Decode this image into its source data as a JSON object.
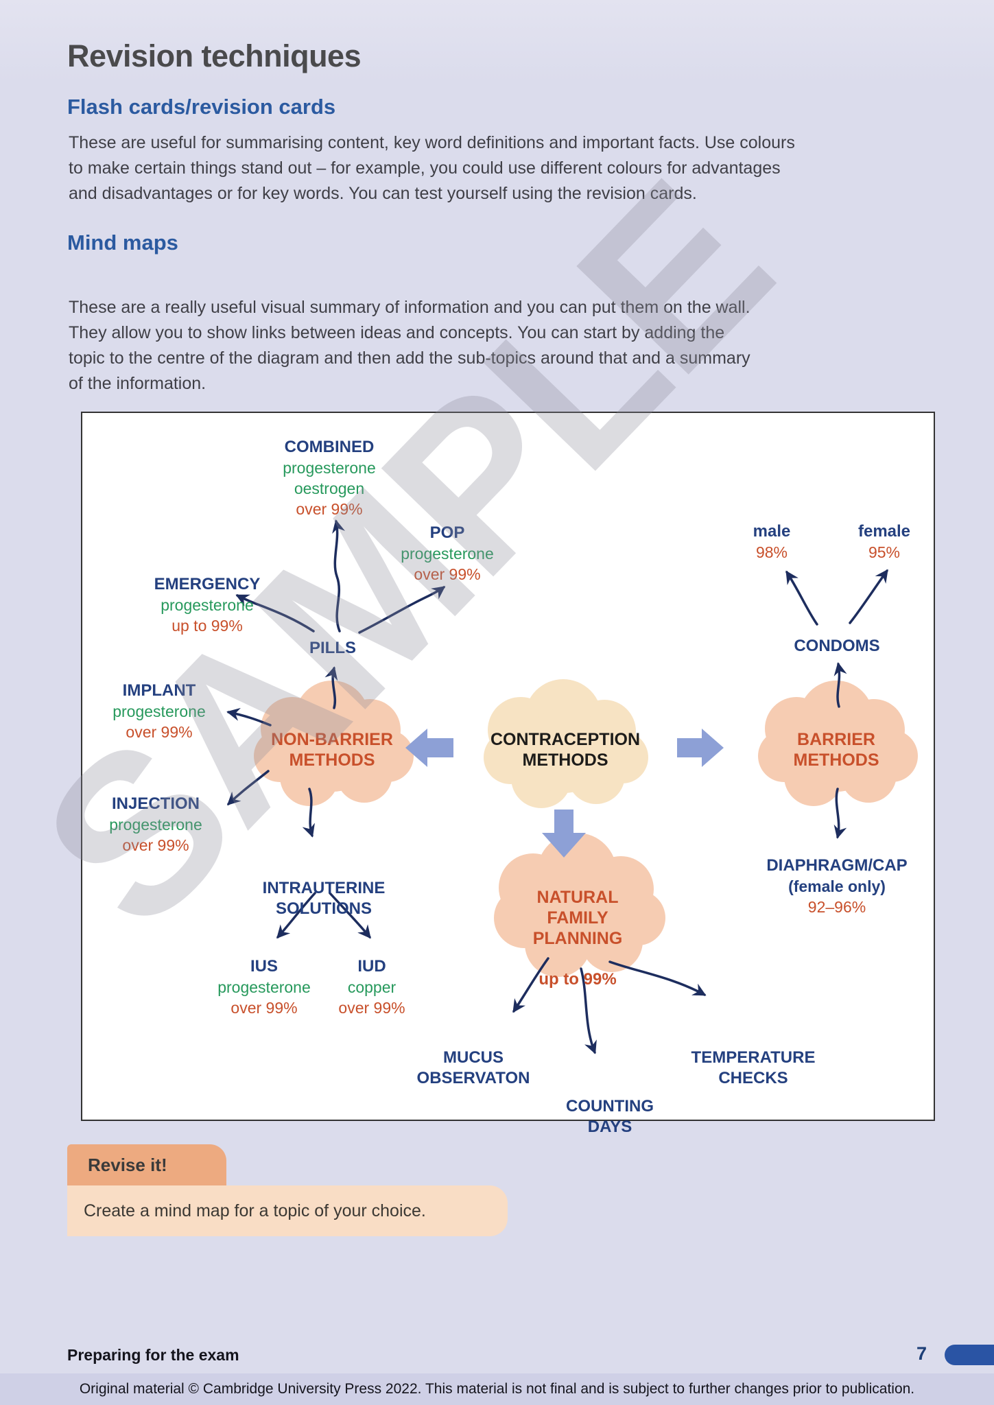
{
  "page": {
    "title": "Revision techniques",
    "sections": [
      {
        "heading": "Flash cards/revision cards",
        "body": "These are useful for summarising content, key word definitions and important facts. Use colours\nto make certain things stand out – for example, you could use different colours for advantages\nand disadvantages or for key words. You can test yourself using the revision cards."
      },
      {
        "heading": "Mind maps",
        "body": "These are a really useful visual summary of information and you can put them on the wall.\nThey allow you to show links between ideas and concepts. You can start by adding the\ntopic to the centre of the diagram and then add the sub-topics around that and a summary\nof the information."
      }
    ],
    "revise_box": {
      "tab": "Revise it!",
      "body": "Create a mind map for a topic of your choice."
    },
    "footer": {
      "left": "Preparing for the exam",
      "page_number": "7"
    },
    "disclaimer": "Original material © Cambridge University Press 2022. This material is not final and is subject to further changes prior to publication."
  },
  "watermark": "SAMPLE",
  "diagram": {
    "center": {
      "label": "CONTRACEPTION\nMETHODS"
    },
    "non_barrier": {
      "label": "NON-BARRIER\nMETHODS"
    },
    "barrier": {
      "label": "BARRIER\nMETHODS"
    },
    "nfp": {
      "label": "NATURAL\nFAMILY\nPLANNING",
      "pct": "up to 99%"
    },
    "pills": {
      "title": "PILLS"
    },
    "combined": {
      "title": "COMBINED",
      "sub1": "progesterone",
      "sub2": "oestrogen",
      "pct": "over 99%"
    },
    "pop": {
      "title": "POP",
      "sub1": "progesterone",
      "pct": "over 99%"
    },
    "emergency": {
      "title": "EMERGENCY",
      "sub1": "progesterone",
      "pct": "up to 99%"
    },
    "implant": {
      "title": "IMPLANT",
      "sub1": "progesterone",
      "pct": "over 99%"
    },
    "injection": {
      "title": "INJECTION",
      "sub1": "progesterone",
      "pct": "over 99%"
    },
    "intrauterine": {
      "title": "INTRAUTERINE\nSOLUTIONS"
    },
    "ius": {
      "title": "IUS",
      "sub1": "progesterone",
      "pct": "over 99%"
    },
    "iud": {
      "title": "IUD",
      "sub1": "copper",
      "pct": "over 99%"
    },
    "condoms": {
      "title": "CONDOMS"
    },
    "male": {
      "title": "male",
      "pct": "98%"
    },
    "female": {
      "title": "female",
      "pct": "95%"
    },
    "diaphragm": {
      "title": "DIAPHRAGM/CAP",
      "sub1": "(female only)",
      "pct": "92–96%"
    },
    "mucus": {
      "title": "MUCUS\nOBSERVATON"
    },
    "counting": {
      "title": "COUNTING\nDAYS"
    },
    "temperature": {
      "title": "TEMPERATURE\nCHECKS"
    }
  },
  "colors": {
    "title-gray": "#4a4a4c",
    "heading-blue": "#2b5aa0",
    "body-text": "#3f3f46",
    "navy": "#24407f",
    "green": "#27995c",
    "orange": "#c8502b",
    "cloud-text-orange": "#c8502b",
    "near-black": "#1d1c1a",
    "cloud-peach": "#f6ccb2",
    "cloud-cream": "#f7e3c3",
    "block-arrow": "#8da0d6",
    "line-navy": "#1d2d5e",
    "watermark-gray": "rgba(138,140,152,0.30)",
    "tab-salmon": "#edaa80",
    "revise-bg": "#f9ddc5",
    "footer-pill-blue": "#2a54a4",
    "disclaimer-bg": "#cfd0e6"
  }
}
